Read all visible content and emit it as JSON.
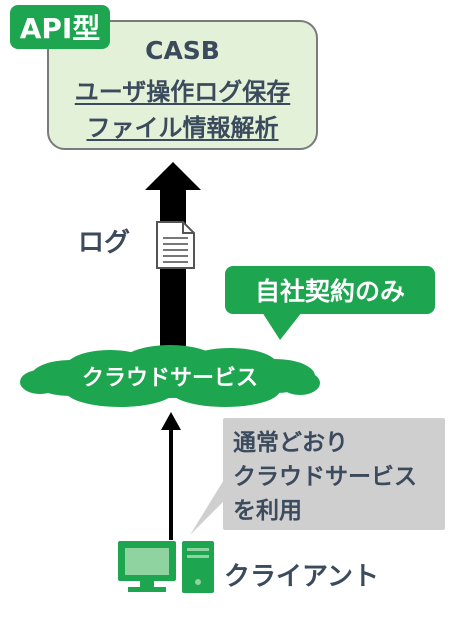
{
  "casb": {
    "tag": "API型",
    "title": "CASB",
    "line1": "ユーザ操作ログ保存",
    "line2": "ファイル情報解析"
  },
  "log_label": "ログ",
  "badge": "自社契約のみ",
  "cloud_label": "クラウドサービス",
  "note": {
    "line1": "通常どおり",
    "line2": "クラウドサービス",
    "line3": "を利用"
  },
  "client_label": "クライアント",
  "colors": {
    "green": "#1ea54f",
    "light_green": "#e3f1d8",
    "text": "#3b4a5c",
    "gray": "#cfcfcf"
  }
}
